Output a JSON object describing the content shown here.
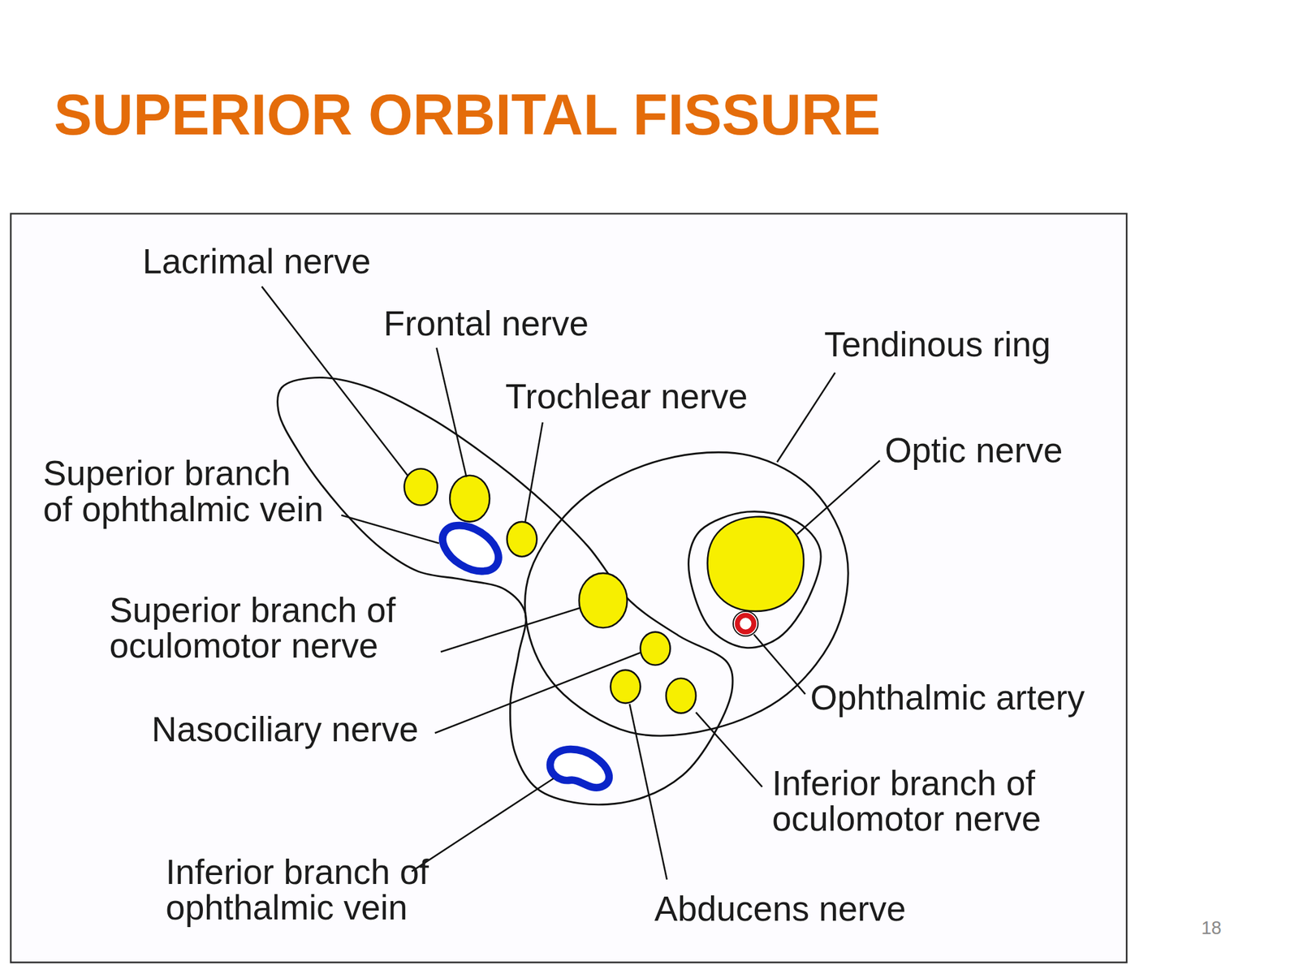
{
  "diagram": {
    "title": "SUPERIOR ORBITAL FISSURE",
    "labels": [
      "Lacrimal nerve",
      "Frontal nerve",
      "Trochlear nerve",
      "Tendinous ring",
      "Optic nerve",
      "Superior branch of ophthalmic vein",
      "Superior branch of oculomotor nerve",
      "Nasociliary nerve",
      "Ophthalmic artery",
      "Inferior branch of oculomotor nerve",
      "Inferior branch of ophthalmic vein",
      "Abducens nerve",
      "18"
    ]
  }
}
